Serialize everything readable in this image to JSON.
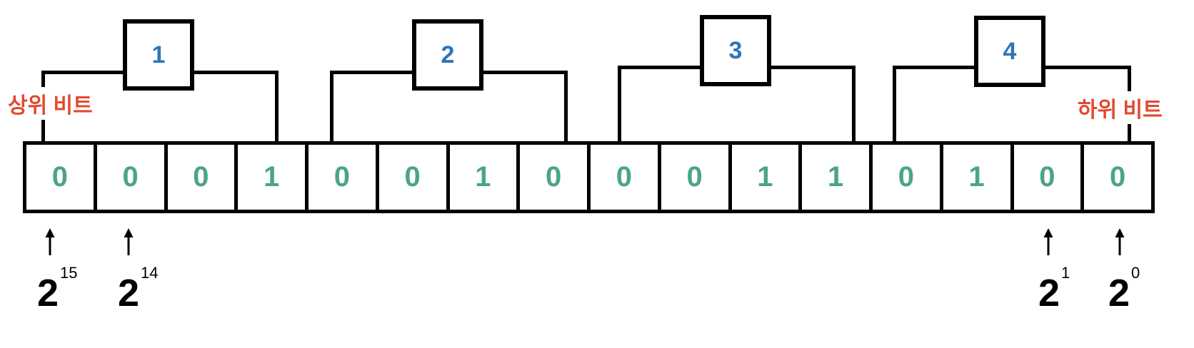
{
  "diagram": {
    "title_semantics": "16-bit BCD binary layout with 4-bit groups",
    "groups": [
      {
        "label": "1",
        "bits": [
          "0",
          "0",
          "0",
          "1"
        ]
      },
      {
        "label": "2",
        "bits": [
          "0",
          "0",
          "1",
          "0"
        ]
      },
      {
        "label": "3",
        "bits": [
          "0",
          "0",
          "1",
          "1"
        ]
      },
      {
        "label": "4",
        "bits": [
          "0",
          "1",
          "0",
          "0"
        ]
      }
    ],
    "bits": [
      "0",
      "0",
      "0",
      "1",
      "0",
      "0",
      "1",
      "0",
      "0",
      "0",
      "1",
      "1",
      "0",
      "1",
      "0",
      "0"
    ],
    "left_label": "상위 비트",
    "right_label": "하위 비트",
    "power_labels": [
      {
        "base": "2",
        "exponent": "15",
        "points_to_bit_index": 0
      },
      {
        "base": "2",
        "exponent": "14",
        "points_to_bit_index": 1
      },
      {
        "base": "2",
        "exponent": "1",
        "points_to_bit_index": 14
      },
      {
        "base": "2",
        "exponent": "0",
        "points_to_bit_index": 15
      }
    ],
    "colors": {
      "bit_digit": "#4BA583",
      "group_number": "#2E75B6",
      "annotation_red": "#E2492F",
      "line": "#000000"
    }
  }
}
